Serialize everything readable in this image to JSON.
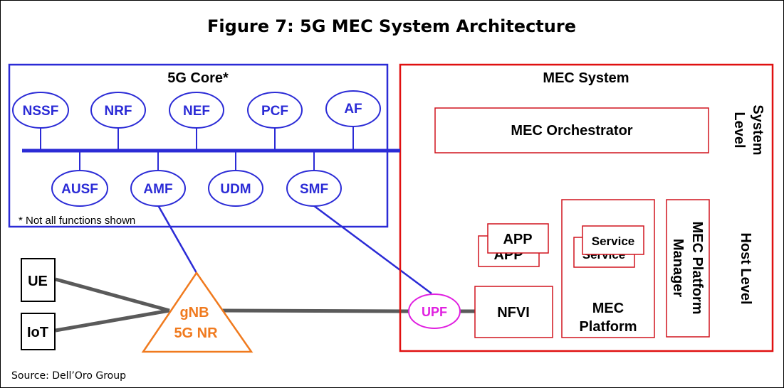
{
  "title": "Figure 7: 5G MEC System Architecture",
  "core": {
    "label": "5G Core*",
    "note": "* Not all functions shown",
    "top_functions": [
      "NSSF",
      "NRF",
      "NEF",
      "PCF",
      "AF"
    ],
    "bottom_functions": [
      "AUSF",
      "AMF",
      "UDM",
      "SMF"
    ]
  },
  "mec": {
    "label": "MEC System",
    "system_level": [
      "System",
      "Level"
    ],
    "host_level": "Host Level",
    "orchestrator": "MEC Orchestrator",
    "app": "APP",
    "service": "Service",
    "platform": [
      "MEC",
      "Platform"
    ],
    "platform_manager": [
      "MEC Platform",
      "Manager"
    ],
    "nfvi": "NFVI",
    "upf": "UPF"
  },
  "ran": {
    "gnb": [
      "gNB",
      "5G NR"
    ],
    "ue": "UE",
    "iot": "IoT"
  },
  "source": "Source:  Dell’Oro Group",
  "colors": {
    "core_border": "#2b2bd6",
    "mec_border": "#e01010",
    "box_border": "#d0141e",
    "gnb": "#f07a1e",
    "upf": "#e020e0",
    "link": "#5a5a5a"
  }
}
